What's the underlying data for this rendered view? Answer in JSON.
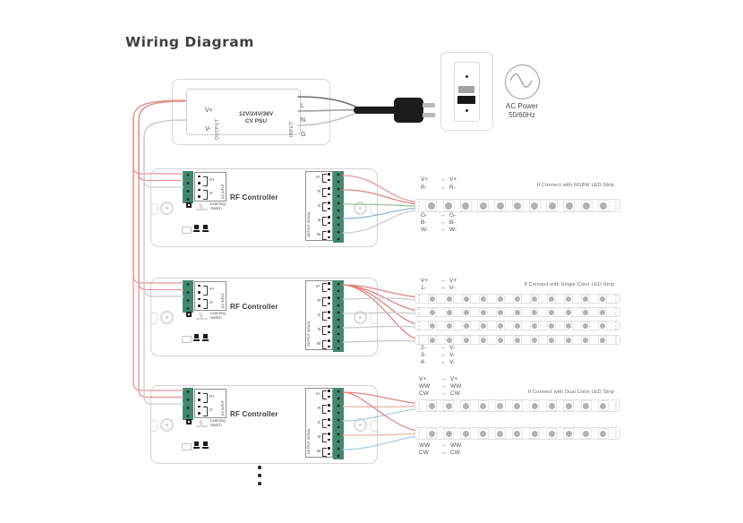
{
  "title": "Wiring Diagram",
  "arrow": "→",
  "psu": {
    "output_v_plus": "V+",
    "output_v_minus": "V-",
    "output_label": "OUTPUT",
    "model_line1": "12V/24V/36V",
    "model_line2": "CV PSU",
    "input_label": "INPUT",
    "input_l": "L",
    "input_n": "N",
    "input_g": "G"
  },
  "ac": {
    "line1": "AC Power",
    "line2": "50/60Hz"
  },
  "controller": {
    "name": "RF Controller",
    "dc_input_label": "DC INPUT",
    "dc_v_plus": "V+",
    "dc_v_minus": "V-",
    "learning_switch": "Learning Switch",
    "output_label": "OUTPUT SIGNAL",
    "terminals": [
      "V+",
      "R",
      "G",
      "B",
      "W"
    ]
  },
  "strips": {
    "leds_per_strip": 11
  },
  "sections": [
    {
      "caption": "If Connect with RGBW LED Strip",
      "labels_above": [
        {
          "from": "V+",
          "to": "V+"
        },
        {
          "from": "R-",
          "to": "R-"
        }
      ],
      "labels_below": [
        {
          "from": "G-",
          "to": "G-"
        },
        {
          "from": "B-",
          "to": "B-"
        },
        {
          "from": "W-",
          "to": "W-"
        }
      ]
    },
    {
      "caption": "If Connect with Single Color LED Strip",
      "labels_above": [
        {
          "from": "V+",
          "to": "V+"
        },
        {
          "from": "1-",
          "to": "V-"
        }
      ],
      "labels_below": [
        {
          "from": "2-",
          "to": "V-"
        },
        {
          "from": "3-",
          "to": "V-"
        },
        {
          "from": "4-",
          "to": "V-"
        }
      ]
    },
    {
      "caption": "If Connect with Dual Color LED Strip",
      "labels_above": [
        {
          "from": "V+",
          "to": "V+"
        },
        {
          "from": "WW",
          "to": "WW"
        },
        {
          "from": "CW",
          "to": "CW"
        }
      ],
      "labels_below": [
        {
          "from": "WW",
          "to": "WW"
        },
        {
          "from": "CW",
          "to": "CW"
        }
      ]
    }
  ],
  "colors": {
    "wire-vplus": "#e59595",
    "wire-vminus": "#cccccc",
    "wire-live": "#6f6f6f",
    "wire-neutral": "#a0a0a0",
    "wire-ground": "#c6c6c6",
    "wire-red": "#e08484",
    "wire-green": "#9cc39c",
    "wire-blue": "#8fb9d8",
    "wire-white": "#cccccc",
    "wire-ww": "#e8b2a2",
    "wire-cw": "#a8cde0",
    "terminal-block": "#43876f",
    "cable-black": "#1c1c1c"
  }
}
